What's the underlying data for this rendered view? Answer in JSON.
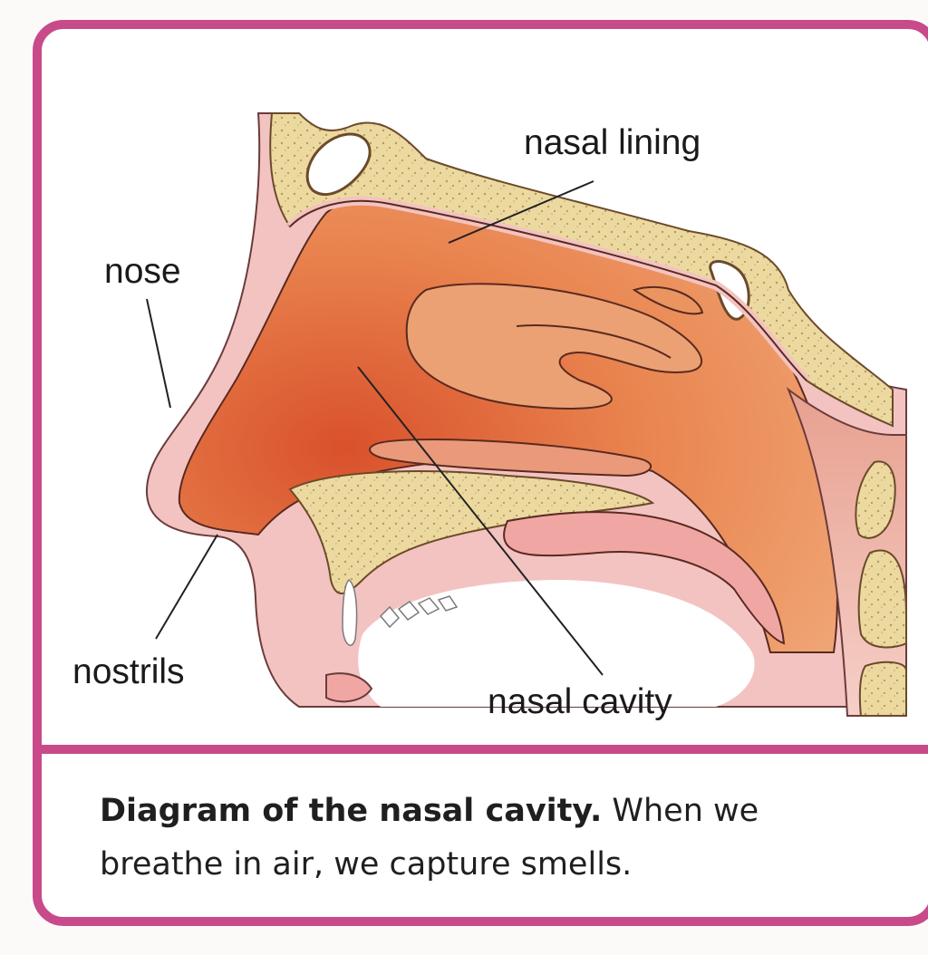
{
  "labels": {
    "nasal_lining": "nasal lining",
    "nose": "nose",
    "nostrils": "nostrils",
    "nasal_cavity": "nasal cavity"
  },
  "caption": {
    "bold": "Diagram of the nasal cavity.",
    "text": " When we breathe in air, we capture smells."
  },
  "colors": {
    "border": "#c84a8a",
    "bone": "#ecd9a0",
    "cavity": "#e06a3e",
    "tissue": "#f2b8b6"
  }
}
